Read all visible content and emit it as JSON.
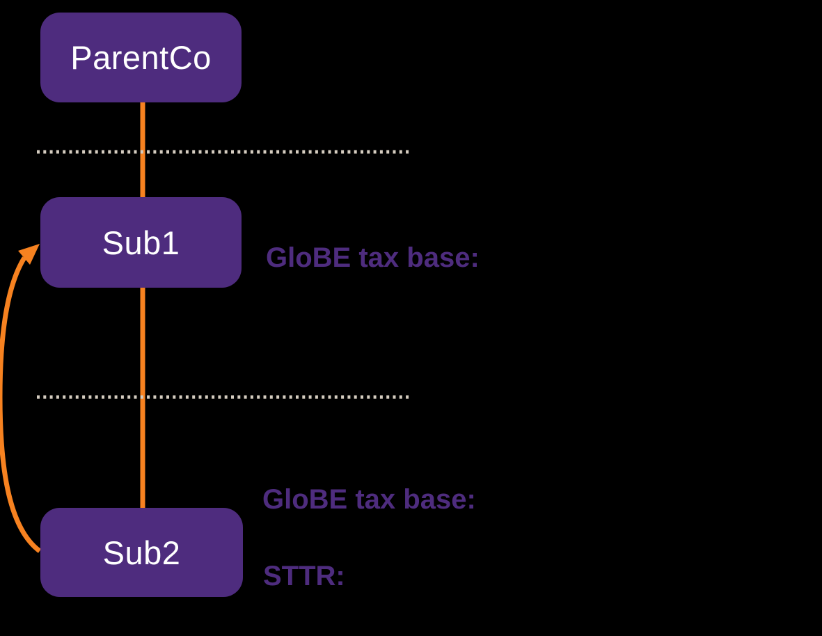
{
  "diagram": {
    "nodes": [
      {
        "id": "parentco",
        "label": "ParentCo"
      },
      {
        "id": "sub1",
        "label": "Sub1"
      },
      {
        "id": "sub2",
        "label": "Sub2"
      }
    ],
    "annotations": [
      {
        "id": "globe-sub1",
        "label": "GloBE tax base:"
      },
      {
        "id": "globe-sub2",
        "label": "GloBE tax base:"
      },
      {
        "id": "sttr-sub2",
        "label": "STTR:"
      }
    ],
    "connectors": [
      {
        "id": "parentco-sub1",
        "type": "straight"
      },
      {
        "id": "sub1-sub2",
        "type": "straight"
      },
      {
        "id": "sub2-to-sub1-arrow",
        "type": "curved-arrow"
      }
    ],
    "dividers": [
      {
        "id": "jurisdiction-divider-1"
      },
      {
        "id": "jurisdiction-divider-2"
      }
    ],
    "colors": {
      "background": "#000000",
      "node_fill": "#4E2C7E",
      "node_text": "#FFFFFF",
      "annotation_text": "#4E2C7E",
      "connector": "#F78220",
      "divider_dots": "#D5CDC0"
    }
  }
}
